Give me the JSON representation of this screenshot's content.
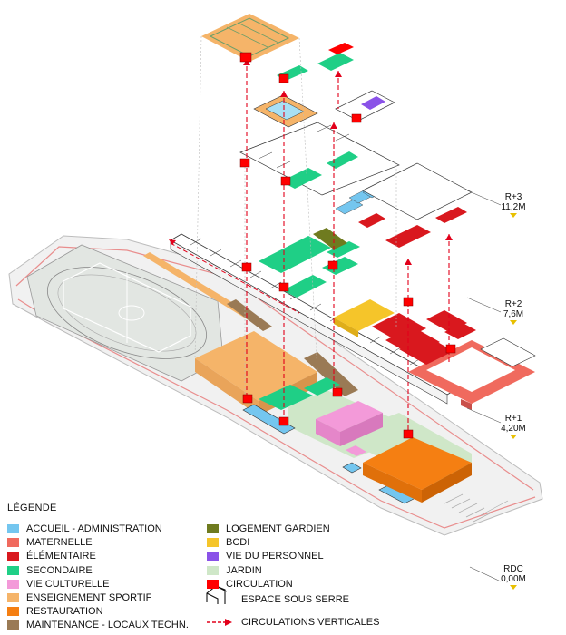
{
  "legend": {
    "title": "LÉGENDE",
    "left_items": [
      {
        "label": "ACCUEIL - ADMINISTRATION",
        "color": "#74c6ef",
        "name": "accueil"
      },
      {
        "label": "MATERNELLE",
        "color": "#f06a5e",
        "name": "maternelle"
      },
      {
        "label": "ÉLÉMENTAIRE",
        "color": "#d9181e",
        "name": "elementaire"
      },
      {
        "label": "SECONDAIRE",
        "color": "#1fcf86",
        "name": "secondaire"
      },
      {
        "label": "VIE CULTURELLE",
        "color": "#f39ad9",
        "name": "vie-culturelle"
      },
      {
        "label": "ENSEIGNEMENT SPORTIF",
        "color": "#f5b469",
        "name": "enseignement-sportif"
      },
      {
        "label": "RESTAURATION",
        "color": "#f57f12",
        "name": "restauration"
      },
      {
        "label": "MAINTENANCE - LOCAUX TECHN.",
        "color": "#9a7a55",
        "name": "maintenance"
      }
    ],
    "right_items": [
      {
        "label": "LOGEMENT GARDIEN",
        "color": "#6f7b1f",
        "name": "logement-gardien"
      },
      {
        "label": "BCDI",
        "color": "#f5c52a",
        "name": "bcdi"
      },
      {
        "label": "VIE DU PERSONNEL",
        "color": "#8a52e8",
        "name": "vie-du-personnel"
      },
      {
        "label": "JARDIN",
        "color": "#cfe7c8",
        "name": "jardin"
      },
      {
        "label": "CIRCULATION",
        "color": "#ff0000",
        "name": "circulation"
      },
      {
        "label": "ESPACE SOUS SERRE",
        "name": "espace-sous-serre"
      },
      {
        "label": "CIRCULATIONS VERTICALES",
        "name": "circulations-verticales"
      }
    ]
  },
  "levels": [
    {
      "label": "R+3",
      "height": "11,2M"
    },
    {
      "label": "R+2",
      "height": "7,6M"
    },
    {
      "label": "R+1",
      "height": "4,20M"
    },
    {
      "label": "RDC",
      "height": "0,00M"
    }
  ],
  "colors": {
    "level_marker": "#e8c000",
    "vertical_arrow": "#e2001a"
  }
}
